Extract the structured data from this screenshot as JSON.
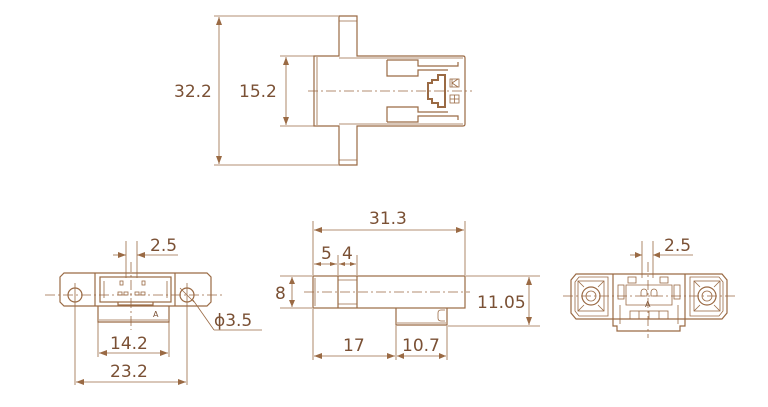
{
  "colors": {
    "line": "#9a6a44",
    "text": "#7a5034",
    "background": "#ffffff"
  },
  "views": {
    "top": {
      "dims": {
        "overall_height": "32.2",
        "body_height": "15.2"
      }
    },
    "front": {
      "dims": {
        "pitch": "2.5",
        "inner_width": "14.2",
        "hole_pitch": "23.2",
        "hole_diameter": "ϕ3.5"
      }
    },
    "side": {
      "dims": {
        "overall_length": "31.3",
        "seg1": "5",
        "seg2": "4",
        "height": "8",
        "overall_height": "11.05",
        "length_a": "17",
        "length_b": "10.7"
      }
    },
    "rear": {
      "dims": {
        "pitch": "2.5"
      }
    }
  }
}
